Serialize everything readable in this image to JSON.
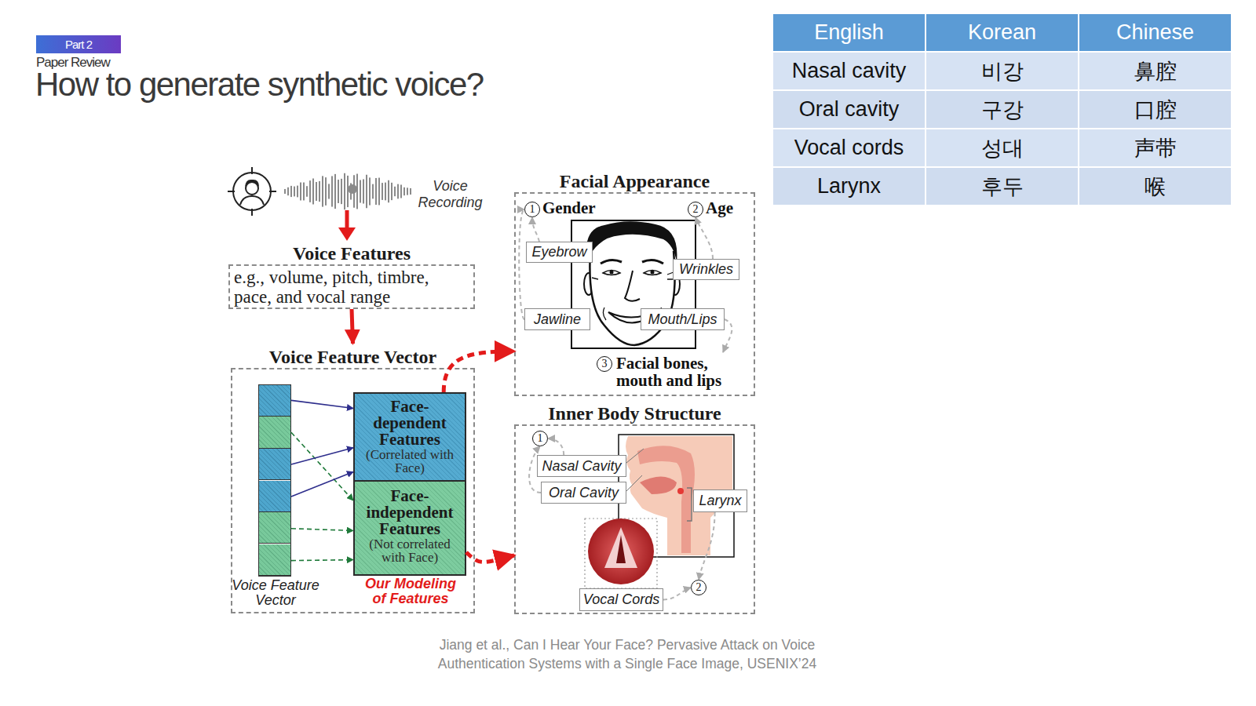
{
  "diagram": {
    "title": "How to generate synthetic voice?",
    "caption": "Jiang et al., Can I Hear Your Face? Pervasive Attack on Voice Authentication Systems with a Single Face Image, USENIX’24",
    "nodes": [
      {
        "text": [
          "Part 2"
        ]
      },
      {
        "text": [
          "Voice Features",
          "e.g., volume, pitch, timbre, pace, and vocal range"
        ]
      },
      {
        "text": [
          "Voice Feature Vector"
        ]
      },
      {
        "text": [
          "Voice Feature Vector"
        ],
        "in": 2
      },
      {
        "text": [
          "Face-dependent Features",
          "(Correlated with Face)"
        ],
        "in": 2
      },
      {
        "text": [
          "Face-independent Features",
          "(Not correlated with Face)"
        ],
        "in": 2
      },
      {
        "text": [
          "Facial Appearance"
        ]
      },
      {
        "text": [
          "1",
          "Gender"
        ],
        "in": 6
      },
      {
        "text": [
          "2",
          "Age"
        ],
        "in": 6
      },
      {
        "text": [
          "Eyebrow"
        ],
        "in": 6
      },
      {
        "text": [
          "Wrinkles"
        ],
        "in": 6
      },
      {
        "text": [
          "Jawline"
        ],
        "in": 6
      },
      {
        "text": [
          "Mouth/Lips"
        ],
        "in": 6
      },
      {
        "text": [
          "3",
          "Facial bones, mouth and lips"
        ],
        "in": 6
      },
      {
        "text": [
          "Inner Body Structure"
        ]
      },
      {
        "text": [
          "1"
        ],
        "in": 14
      },
      {
        "text": [
          "Nasal Cavity"
        ],
        "in": 14
      },
      {
        "text": [
          "Oral Cavity"
        ],
        "in": 14
      },
      {
        "text": [
          "Larynx"
        ],
        "in": 14
      },
      {
        "text": [
          "Vocal Cords"
        ],
        "in": 14
      },
      {
        "text": [
          "2"
        ],
        "in": 14
      }
    ],
    "edges": [
      {
        "from": 1,
        "to": 2,
        "arrow": "to"
      },
      {
        "from": 3,
        "to": 4,
        "arrow": "to"
      },
      {
        "from": 3,
        "to": 5,
        "arrow": "to"
      },
      {
        "from": 3,
        "to": 4,
        "arrow": "to"
      },
      {
        "from": 3,
        "to": 4,
        "arrow": "to"
      },
      {
        "from": 3,
        "to": 5,
        "arrow": "to"
      },
      {
        "from": 3,
        "to": 5,
        "arrow": "to"
      },
      {
        "from": 4,
        "to": 6,
        "arrow": "to"
      },
      {
        "from": 5,
        "to": 14,
        "arrow": "to"
      },
      {
        "from": 9,
        "to": 7,
        "arrow": "to"
      },
      {
        "from": 11,
        "to": 7,
        "arrow": "to"
      },
      {
        "from": 10,
        "to": 8,
        "arrow": "to"
      },
      {
        "from": 12,
        "to": 13,
        "arrow": "to"
      },
      {
        "from": 16,
        "to": 15,
        "arrow": "to"
      },
      {
        "from": 17,
        "to": 15,
        "arrow": "to"
      },
      {
        "from": 18,
        "to": 20,
        "arrow": "to"
      },
      {
        "from": 19,
        "to": 20,
        "arrow": "to"
      }
    ],
    "labels": [
      "Paper Review",
      "Voice Recording",
      "Our Modeling of Features",
      "English",
      "Korean",
      "Chinese",
      "Nasal cavity",
      "비강",
      "鼻腔",
      "Oral cavity",
      "구강",
      "口腔",
      "Vocal cords",
      "성대",
      "声带",
      "Larynx",
      "후두",
      "喉"
    ]
  }
}
